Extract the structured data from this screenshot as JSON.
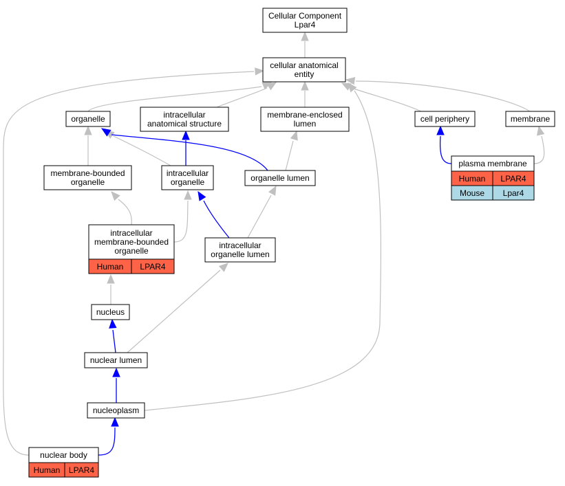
{
  "colors": {
    "is_a_edge": "#c0c0c0",
    "part_of_edge": "#0000ff",
    "human_cell": "#ff6347",
    "mouse_cell": "#add8e6"
  },
  "nodes": {
    "root": [
      "Cellular Component",
      "Lpar4"
    ],
    "cae": [
      "cellular anatomical",
      "entity"
    ],
    "organelle": [
      "organelle"
    ],
    "ias": [
      "intracellular",
      "anatomical structure"
    ],
    "mel": [
      "membrane-enclosed",
      "lumen"
    ],
    "cellper": [
      "cell periphery"
    ],
    "membrane": [
      "membrane"
    ],
    "mbo": [
      "membrane-bounded",
      "organelle"
    ],
    "io": [
      "intracellular",
      "organelle"
    ],
    "ol": [
      "organelle lumen"
    ],
    "pm": [
      "plasma membrane"
    ],
    "imbo": [
      "intracellular",
      "membrane-bounded",
      "organelle"
    ],
    "iol": [
      "intracellular",
      "organelle lumen"
    ],
    "nucleus": [
      "nucleus"
    ],
    "nl": [
      "nuclear lumen"
    ],
    "np": [
      "nucleoplasm"
    ],
    "nb": [
      "nuclear body"
    ]
  },
  "annotations": {
    "pm": [
      {
        "species": "Human",
        "gene": "LPAR4"
      },
      {
        "species": "Mouse",
        "gene": "Lpar4"
      }
    ],
    "imbo": [
      {
        "species": "Human",
        "gene": "LPAR4"
      }
    ],
    "nb": [
      {
        "species": "Human",
        "gene": "LPAR4"
      }
    ]
  }
}
